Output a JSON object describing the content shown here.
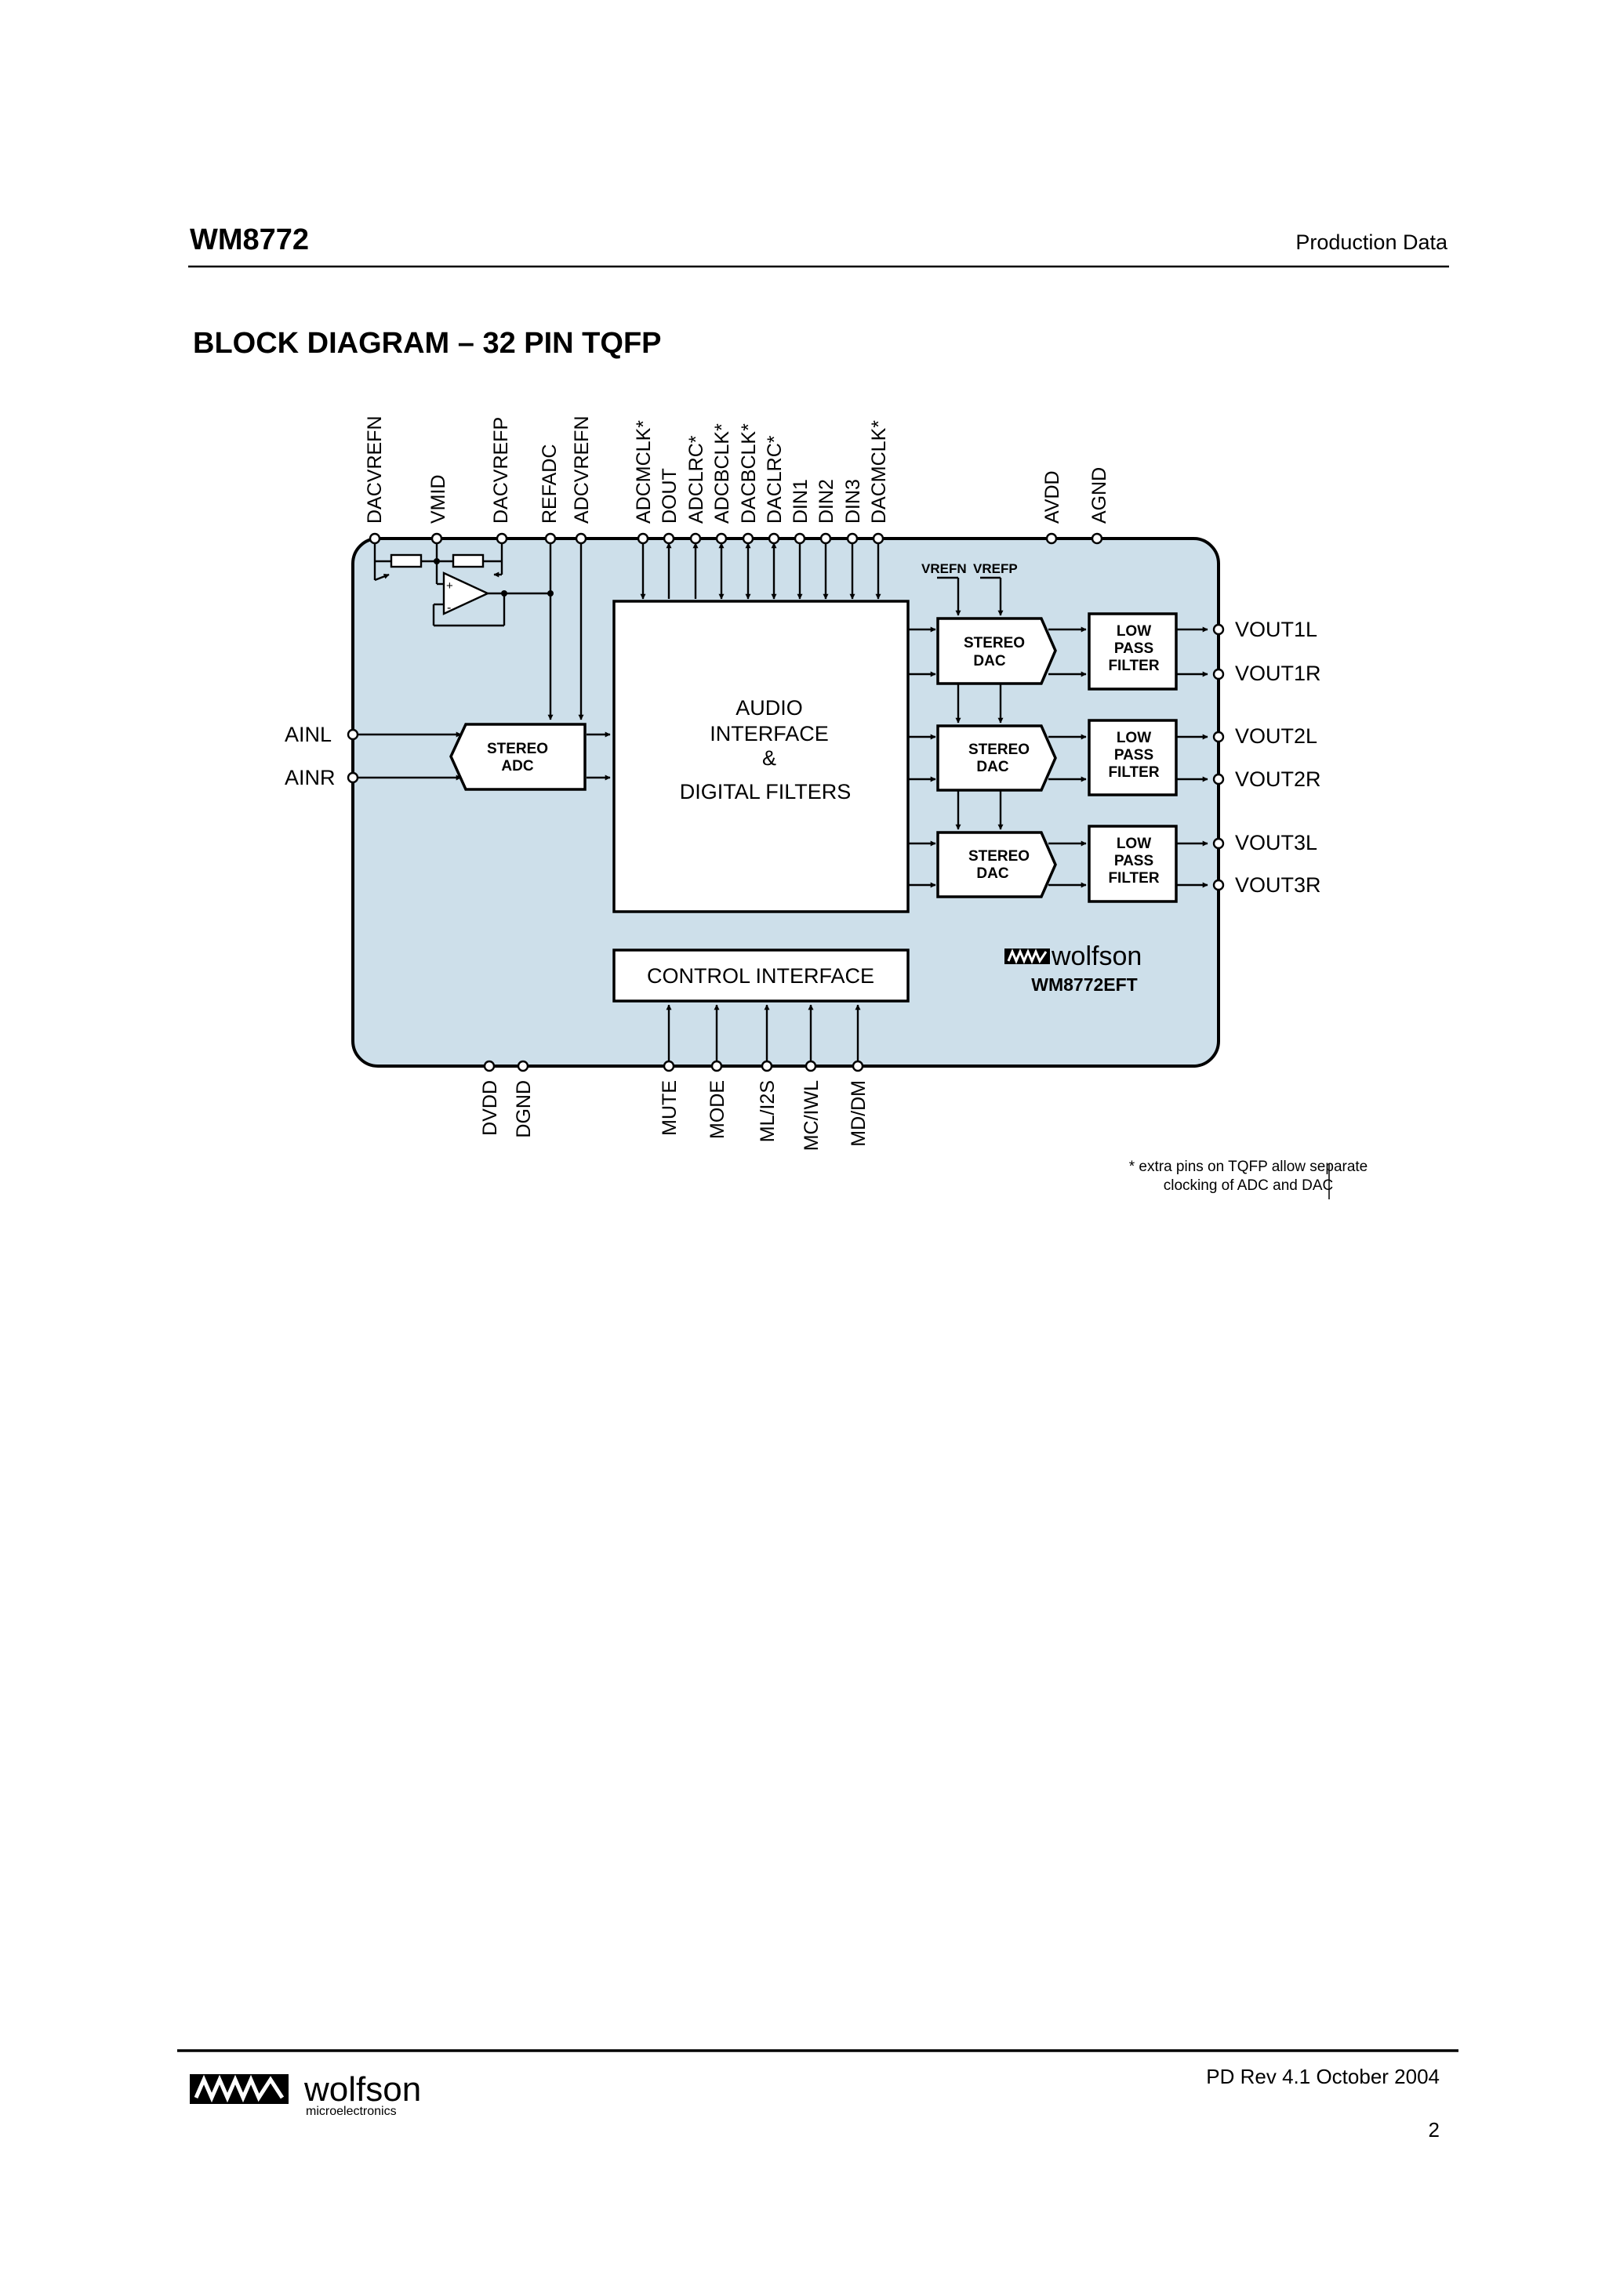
{
  "header": {
    "part_number": "WM8772",
    "doc_status": "Production Data"
  },
  "section_title": "BLOCK DIAGRAM – 32 PIN TQFP",
  "diagram": {
    "top_pins": [
      "DACVREFN",
      "VMID",
      "DACVREFP",
      "REFADC",
      "ADCVREFN",
      "ADCMCLK*",
      "DOUT",
      "ADCLRC*",
      "ADCBCLK*",
      "DACBCLK*",
      "DACLRC*",
      "DIN1",
      "DIN2",
      "DIN3",
      "DACMCLK*",
      "AVDD",
      "AGND"
    ],
    "bottom_pins": [
      "DVDD",
      "DGND",
      "MUTE",
      "MODE",
      "ML/I2S",
      "MC/IWL",
      "MD/DM"
    ],
    "left_pins": [
      "AINL",
      "AINR"
    ],
    "right_pins": [
      "VOUT1L",
      "VOUT1R",
      "VOUT2L",
      "VOUT2R",
      "VOUT3L",
      "VOUT3R"
    ],
    "vref_labels": [
      "VREFN",
      "VREFP"
    ],
    "adc_block": [
      "STEREO",
      "ADC"
    ],
    "dac_block": [
      "STEREO",
      "DAC"
    ],
    "filter_block": [
      "LOW",
      "PASS",
      "FILTER"
    ],
    "audio_block": [
      "AUDIO",
      "INTERFACE",
      "&",
      "DIGITAL FILTERS"
    ],
    "control_block": "CONTROL INTERFACE",
    "logo_text": "wolfson",
    "chip_label": "WM8772EFT",
    "footnote": [
      "* extra pins on TQFP allow separate",
      "clocking of ADC and DAC"
    ]
  },
  "footer": {
    "logo_text": "wolfson",
    "logo_sub": "microelectronics",
    "revision": "PD Rev 4.1 October 2004",
    "page_number": "2"
  },
  "colors": {
    "chip_fill": "#cddfea",
    "line": "#000000"
  }
}
